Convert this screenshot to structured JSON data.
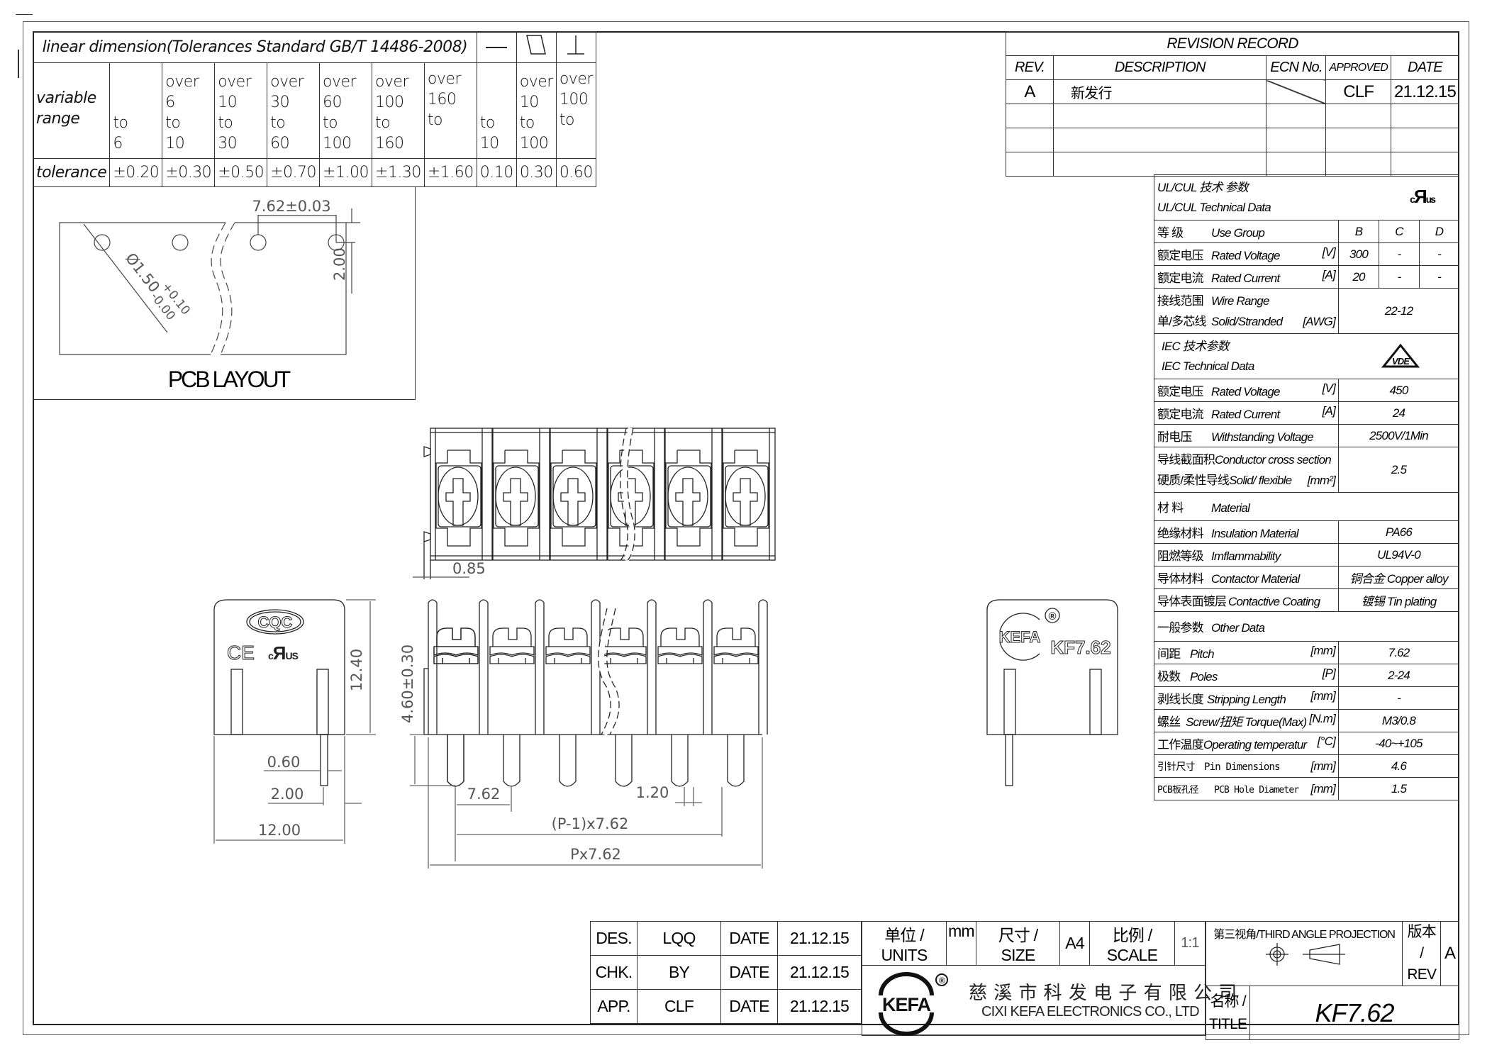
{
  "tolerance_table": {
    "title": "linear dimension(Tolerances Standard GB/T 14486-2008)",
    "geometric_symbols": [
      "straightness-icon",
      "flatness-icon",
      "perpendicularity-icon"
    ],
    "row_label_range": "variable range",
    "row_label_tolerance": "tolerance",
    "ranges": [
      {
        "over": "",
        "to": "to",
        "upper": "6",
        "tolerance": "±0.20"
      },
      {
        "over": "over 6",
        "to": "to",
        "upper": "10",
        "tolerance": "±0.30"
      },
      {
        "over": "over 10",
        "to": "to",
        "upper": "30",
        "tolerance": "±0.50"
      },
      {
        "over": "over 30",
        "to": "to",
        "upper": "60",
        "tolerance": "±0.70"
      },
      {
        "over": "over 60",
        "to": "to",
        "upper": "100",
        "tolerance": "±1.00"
      },
      {
        "over": "over 100",
        "to": "to",
        "upper": "160",
        "tolerance": "±1.30"
      },
      {
        "over": "over 160",
        "to": "to",
        "upper": "",
        "tolerance": "±1.60"
      },
      {
        "over": "",
        "to": "to",
        "upper": "10",
        "tolerance": "0.10"
      },
      {
        "over": "over 10",
        "to": "to",
        "upper": "100",
        "tolerance": "0.30"
      },
      {
        "over": "over 100",
        "to": "to",
        "upper": "",
        "tolerance": "0.60"
      }
    ]
  },
  "pcb_layout": {
    "title": "PCB LAYOUT",
    "pitch_dim": "7.62±0.03",
    "hole_dim": "Ø1.50",
    "hole_tol_plus": "+0.10",
    "hole_tol_minus": "-0.00",
    "offset_dim": "2.00"
  },
  "revision_record": {
    "title": "REVISION  RECORD",
    "headers": {
      "rev": "REV.",
      "description": "DESCRIPTION",
      "ecn": "ECN No.",
      "approved": "APPROVED",
      "date": "DATE"
    },
    "rows": [
      {
        "rev": "A",
        "description": "新发行",
        "ecn": "",
        "approved": "CLF",
        "date": "21.12.15"
      },
      {
        "rev": "",
        "description": "",
        "ecn": "",
        "approved": "",
        "date": ""
      },
      {
        "rev": "",
        "description": "",
        "ecn": "",
        "approved": "",
        "date": ""
      },
      {
        "rev": "",
        "description": "",
        "ecn": "",
        "approved": "",
        "date": ""
      }
    ]
  },
  "spec_table": {
    "ul_header_cn": "UL/CUL   技术 参数",
    "ul_header_en": "UL/CUL   Technical Data",
    "ul_mark": "cRUus",
    "use_group": {
      "cn": "等 级",
      "en": "Use Group",
      "cols": [
        "B",
        "C",
        "D"
      ]
    },
    "ul_rows": [
      {
        "cn": "额定电压",
        "en": "Rated Voltage",
        "unit": "[V]",
        "values": [
          "300",
          "-",
          "-"
        ]
      },
      {
        "cn": "额定电流",
        "en": "Rated Current",
        "unit": "[A]",
        "values": [
          "20",
          "-",
          "-"
        ]
      }
    ],
    "wire_range": {
      "cn1": "接线范围",
      "en1": "Wire Range",
      "cn2": "单/多芯线",
      "en2": "Solid/Stranded",
      "unit": "[AWG]",
      "value": "22-12"
    },
    "iec_header_cn": "IEC  技术参数",
    "iec_header_en": "IEC  Technical Data",
    "iec_mark": "VDE",
    "iec_rows": [
      {
        "cn": "额定电压",
        "en": "Rated Voltage",
        "unit": "[V]",
        "value": "450"
      },
      {
        "cn": "额定电流",
        "en": "Rated Current",
        "unit": "[A]",
        "value": "24"
      },
      {
        "cn": "耐电压",
        "en": "Withstanding Voltage",
        "unit": "",
        "value": "2500V/1Min"
      }
    ],
    "cross_section": {
      "cn1": "导线截面积",
      "en1": "Conductor cross section",
      "cn2": "硬质/柔性导线",
      "en2": "Solid/ flexible",
      "unit": "[mm²]",
      "value": "2.5"
    },
    "material_header": {
      "cn": "材 料",
      "en": "Material"
    },
    "material_rows": [
      {
        "cn": "绝缘材料",
        "en": "Insulation Material",
        "value": "PA66"
      },
      {
        "cn": "阻燃等级",
        "en": "Imflammability",
        "value": "UL94V-0"
      },
      {
        "cn": "导体材料",
        "en": "Contactor Material",
        "value": "铜合金 Copper alloy"
      },
      {
        "cn": "导体表面镀层",
        "en": "Contactive Coating",
        "value": "镀锡  Tin  plating"
      }
    ],
    "other_header": {
      "cn": "一般参数",
      "en": "Other Data"
    },
    "other_rows": [
      {
        "cn": "间距",
        "en": "Pitch",
        "unit": "[mm]",
        "value": "7.62"
      },
      {
        "cn": "极数",
        "en": "Poles",
        "unit": "[P]",
        "value": "2-24"
      },
      {
        "cn": "剥线长度",
        "en": "Stripping Length",
        "unit": "[mm]",
        "value": "-"
      },
      {
        "cn": "螺丝",
        "en": "Screw/扭矩  Torque(Max)",
        "unit": "[N.m]",
        "value": "M3/0.8"
      },
      {
        "cn": "工作温度",
        "en": "Operating temperatur",
        "unit": "[°C]",
        "value": "-40~+105"
      },
      {
        "cn": "引针尺寸",
        "en": "Pin Dimensions",
        "unit": "[mm]",
        "value": "4.6"
      },
      {
        "cn": "PCB板孔径",
        "en": "PCB Hole Diameter",
        "unit": "[mm]",
        "value": "1.5"
      }
    ]
  },
  "drawing": {
    "top_view_dim": "0.85",
    "front_view": {
      "height_dim": "4.60±0.30",
      "pitch_dim": "7.62",
      "pin_dim": "1.20",
      "span_dim": "(P-1)x7.62",
      "total_dim": "Px7.62",
      "poles_drawn": 6
    },
    "left_side_view": {
      "cert_cqc": "CQC",
      "cert_ce": "CE",
      "cert_ul": "cRUus",
      "height_dim": "12.40",
      "pin_width_dim": "0.60",
      "pin_offset_dim": "2.00",
      "width_dim": "12.00"
    },
    "right_side_view": {
      "brand": "KEFA",
      "registered": "®",
      "model": "KF7.62"
    }
  },
  "title_block": {
    "sign_rows": [
      {
        "role": "DES.",
        "name": "LQQ",
        "date_label": "DATE",
        "date": "21.12.15"
      },
      {
        "role": "CHK.",
        "name": "BY",
        "date_label": "DATE",
        "date": "21.12.15"
      },
      {
        "role": "APP.",
        "name": "CLF",
        "date_label": "DATE",
        "date": "21.12.15"
      }
    ],
    "units_label": "单位 / UNITS",
    "units_value": "mm",
    "size_label": "尺寸 / SIZE",
    "size_value": "A4",
    "scale_label": "比例 / SCALE",
    "scale_value": "1:1",
    "company_logo": "KEFA",
    "company_registered": "®",
    "company_cn": "慈 溪 市 科 发 电 子 有 限 公 司",
    "company_en": "CIXI  KEFA  ELECTRONICS CO., LTD",
    "projection_label": "第三视角/THIRD ANGLE PROJECTION",
    "rev_label_cn": "版本 /",
    "rev_label_en": "REV",
    "rev_value": "A",
    "title_label_cn": "名称 /",
    "title_label_en": "TITLE",
    "title_value": "KF7.62"
  }
}
